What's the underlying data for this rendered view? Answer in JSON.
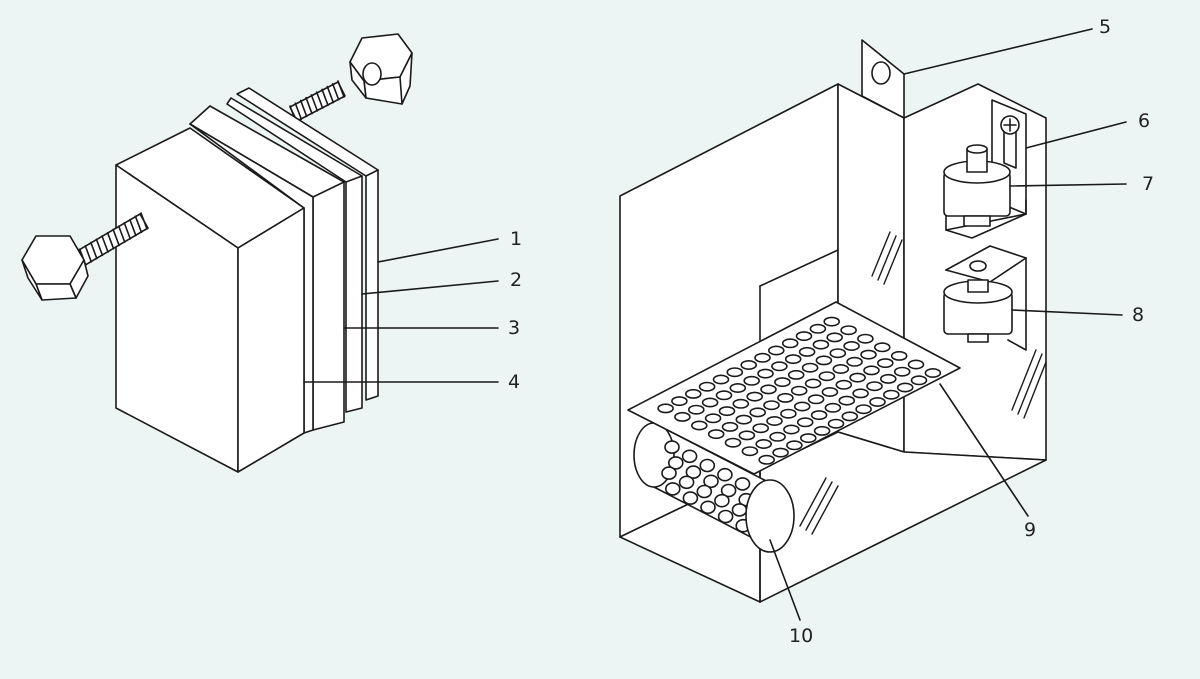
{
  "diagram": {
    "colors": {
      "background": "#ecf4f4",
      "stroke": "#1a1a1a",
      "fill": "#ffffff"
    },
    "left_assembly": {
      "callouts": [
        {
          "id": "label-1",
          "text": "1"
        },
        {
          "id": "label-2",
          "text": "2"
        },
        {
          "id": "label-3",
          "text": "3"
        },
        {
          "id": "label-4",
          "text": "4"
        }
      ]
    },
    "right_assembly": {
      "callouts": [
        {
          "id": "label-5",
          "text": "5"
        },
        {
          "id": "label-6",
          "text": "6"
        },
        {
          "id": "label-7",
          "text": "7"
        },
        {
          "id": "label-8",
          "text": "8"
        },
        {
          "id": "label-9",
          "text": "9"
        },
        {
          "id": "label-10",
          "text": "10"
        }
      ]
    }
  }
}
